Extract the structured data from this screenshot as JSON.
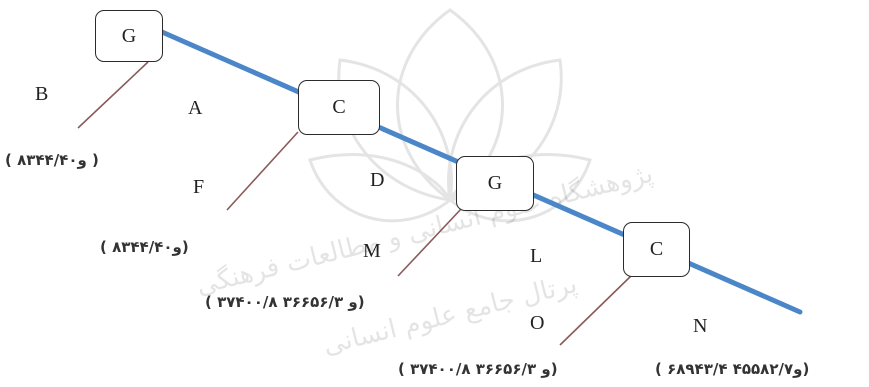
{
  "nodes": {
    "n1": "G",
    "n2": "C",
    "n3": "G",
    "n4": "C"
  },
  "labels": {
    "A": "A",
    "B": "B",
    "D": "D",
    "F": "F",
    "L": "L",
    "M": "M",
    "N": "N",
    "O": "O"
  },
  "values": {
    "v1": "( ۸۳۴۴/۴و۰ )",
    "v2": "( ۸۳۴۴/۴و۰)",
    "v3": "( ۳۷۴۰۰/۸ و ۳۶۶۵۶/۳)",
    "v4": "( ۳۷۴۰۰/۸ و ۳۶۶۵۶/۳)",
    "v5": "( ۶۸۹۴۳/۴ و۴۵۵۸۲/۷)"
  },
  "watermark": {
    "line1": "پژوهشگاه علوم انسانی و مطالعات فرهنگی",
    "line2": "پرتال جامع علوم انسانی"
  },
  "colors": {
    "main_line": "#4a86c8",
    "branch_line": "#8a5a5a",
    "node_border": "#2b2b2b"
  }
}
